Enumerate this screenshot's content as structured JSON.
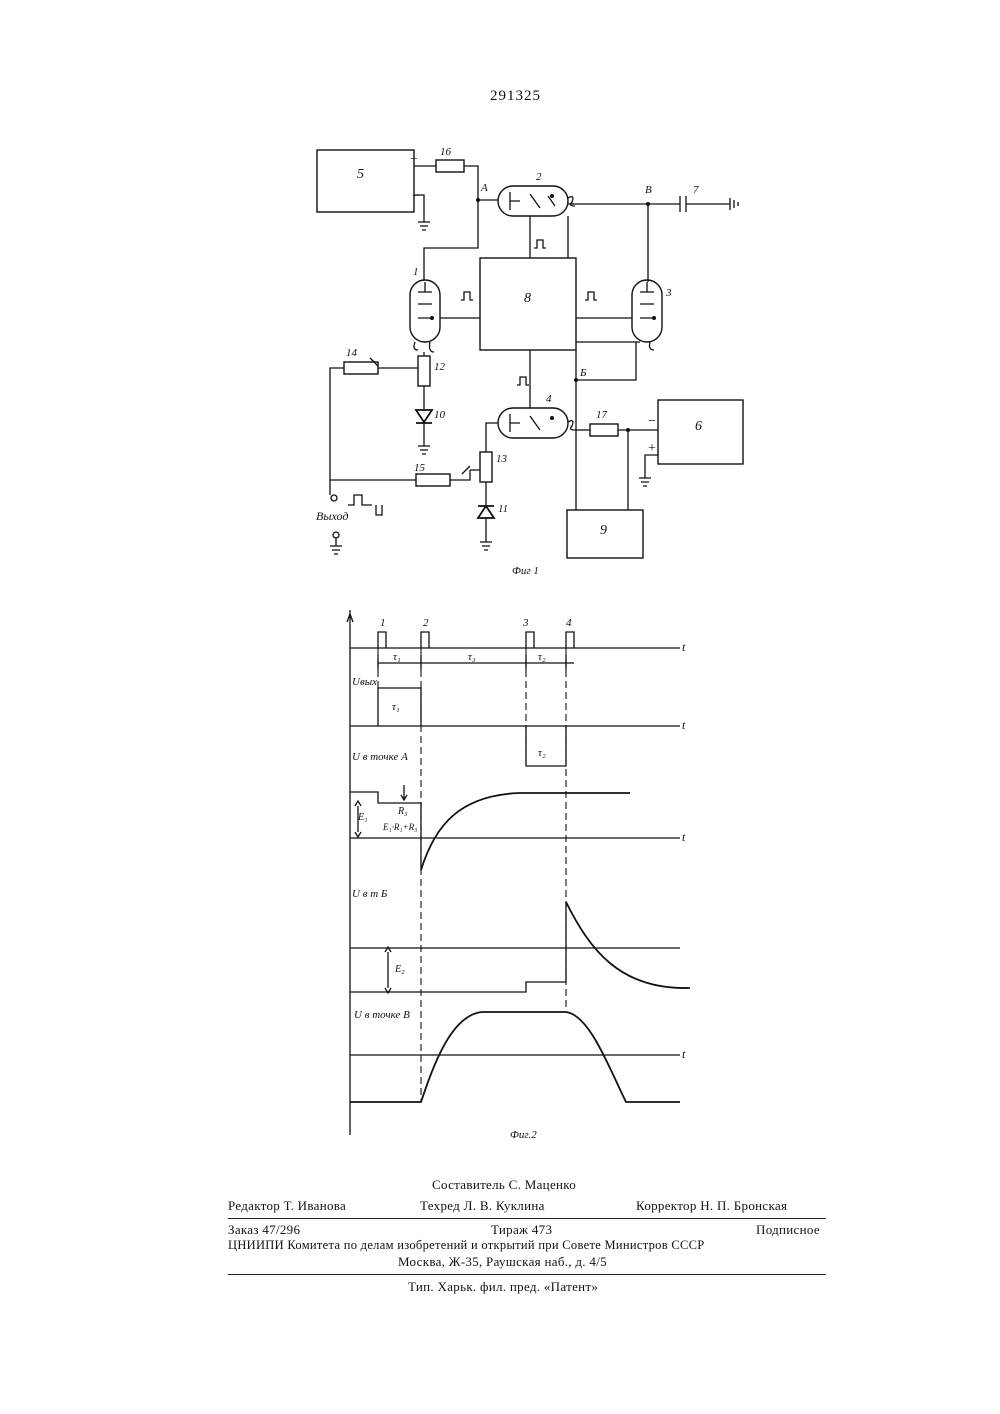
{
  "patent_number": "291325",
  "fig1": {
    "caption": "Фиг 1",
    "blocks": [
      "5",
      "8",
      "6",
      "9"
    ],
    "components": [
      "1",
      "2",
      "3",
      "4",
      "7",
      "10",
      "11",
      "12",
      "13",
      "14",
      "15",
      "16",
      "17"
    ],
    "points": [
      "А",
      "В",
      "Б"
    ],
    "polarity": [
      "+",
      "−",
      "−",
      "+"
    ],
    "output_label": "Выход"
  },
  "fig2": {
    "caption": "Фиг.2",
    "pulse_numbers": [
      "1",
      "2",
      "3",
      "4"
    ],
    "intervals": [
      "τ₁",
      "τ₃",
      "τ₂"
    ],
    "trace_labels": [
      "Uвых",
      "U в точке А",
      "U в т Б",
      "U в точке В"
    ],
    "annotations": [
      "τ₁",
      "τ₂",
      "E₁",
      "R₃",
      "E₁·R₁+R₃",
      "E₂"
    ],
    "axis_label": "t"
  },
  "imprint": {
    "compiler": "Составитель С. Маценко",
    "editor": "Редактор Т. Иванова",
    "techeditor": "Техред Л. В. Куклина",
    "corrector": "Корректор Н. П. Бронская",
    "order": "Заказ 47/296",
    "circulation": "Тираж 473",
    "subscription": "Подписное",
    "institute": "ЦНИИПИ Комитета по делам изобретений и открытий при Совете Министров СССР",
    "address": "Москва, Ж-35, Раушская наб., д. 4/5",
    "printer": "Тип. Харьк. фил. пред. «Патент»"
  }
}
